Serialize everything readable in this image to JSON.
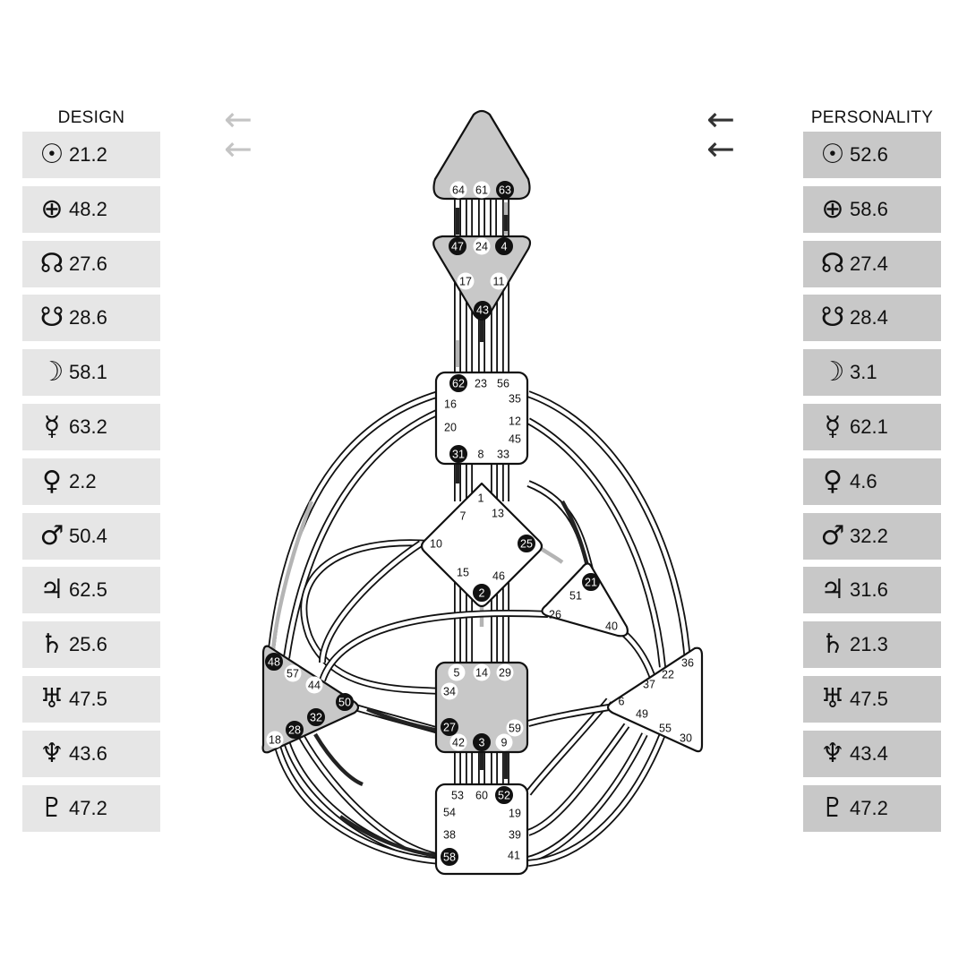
{
  "design": {
    "title": "DESIGN",
    "planets": [
      {
        "planet": "Sun",
        "symbol": "☉",
        "value": "21.2",
        "icon": "sun-icon"
      },
      {
        "planet": "Earth",
        "symbol": "⊕",
        "value": "48.2",
        "icon": "earth-icon"
      },
      {
        "planet": "North Node",
        "symbol": "☊",
        "value": "27.6",
        "icon": "north-node-icon"
      },
      {
        "planet": "South Node",
        "symbol": "☋",
        "value": "28.6",
        "icon": "south-node-icon"
      },
      {
        "planet": "Moon",
        "symbol": "☽",
        "value": "58.1",
        "icon": "moon-icon"
      },
      {
        "planet": "Mercury",
        "symbol": "☿",
        "value": "63.2",
        "icon": "mercury-icon"
      },
      {
        "planet": "Venus",
        "symbol": "♀",
        "value": "2.2",
        "icon": "venus-icon"
      },
      {
        "planet": "Mars",
        "symbol": "♂",
        "value": "50.4",
        "icon": "mars-icon"
      },
      {
        "planet": "Jupiter",
        "symbol": "♃",
        "value": "62.5",
        "icon": "jupiter-icon"
      },
      {
        "planet": "Saturn",
        "symbol": "♄",
        "value": "25.6",
        "icon": "saturn-icon"
      },
      {
        "planet": "Uranus",
        "symbol": "♅",
        "value": "47.5",
        "icon": "uranus-icon"
      },
      {
        "planet": "Neptune",
        "symbol": "♆",
        "value": "43.6",
        "icon": "neptune-icon"
      },
      {
        "planet": "Pluto",
        "symbol": "♇",
        "value": "47.2",
        "icon": "pluto-icon"
      }
    ]
  },
  "personality": {
    "title": "PERSONALITY",
    "planets": [
      {
        "planet": "Sun",
        "symbol": "☉",
        "value": "52.6",
        "icon": "sun-icon"
      },
      {
        "planet": "Earth",
        "symbol": "⊕",
        "value": "58.6",
        "icon": "earth-icon"
      },
      {
        "planet": "North Node",
        "symbol": "☊",
        "value": "27.4",
        "icon": "north-node-icon"
      },
      {
        "planet": "South Node",
        "symbol": "☋",
        "value": "28.4",
        "icon": "south-node-icon"
      },
      {
        "planet": "Moon",
        "symbol": "☽",
        "value": "3.1",
        "icon": "moon-icon"
      },
      {
        "planet": "Mercury",
        "symbol": "☿",
        "value": "62.1",
        "icon": "mercury-icon"
      },
      {
        "planet": "Venus",
        "symbol": "♀",
        "value": "4.6",
        "icon": "venus-icon"
      },
      {
        "planet": "Mars",
        "symbol": "♂",
        "value": "32.2",
        "icon": "mars-icon"
      },
      {
        "planet": "Jupiter",
        "symbol": "♃",
        "value": "31.6",
        "icon": "jupiter-icon"
      },
      {
        "planet": "Saturn",
        "symbol": "♄",
        "value": "21.3",
        "icon": "saturn-icon"
      },
      {
        "planet": "Uranus",
        "symbol": "♅",
        "value": "47.5",
        "icon": "uranus-icon"
      },
      {
        "planet": "Neptune",
        "symbol": "♆",
        "value": "43.4",
        "icon": "neptune-icon"
      },
      {
        "planet": "Pluto",
        "symbol": "♇",
        "value": "47.2",
        "icon": "pluto-icon"
      }
    ]
  },
  "arrows": {
    "design": [
      "←",
      "←"
    ],
    "personality": [
      "←",
      "←"
    ],
    "design_color": "#c4c4c4",
    "personality_color": "#333333"
  },
  "colors": {
    "defined_center": "#c8c8c8",
    "open_center": "#ffffff",
    "design_activation": "#b4b4b4",
    "personality_activation": "#222222",
    "design_panel": "#e6e6e6",
    "personality_panel": "#c8c8c8"
  },
  "bodygraph": {
    "centers": [
      {
        "name": "head",
        "defined": true,
        "gates": [
          "64",
          "61",
          "63"
        ],
        "highlighted": [
          "63"
        ]
      },
      {
        "name": "ajna",
        "defined": true,
        "gates": [
          "47",
          "24",
          "4",
          "17",
          "11",
          "43"
        ],
        "highlighted": [
          "47",
          "4",
          "43"
        ]
      },
      {
        "name": "throat",
        "defined": false,
        "gates": [
          "62",
          "23",
          "56",
          "16",
          "35",
          "20",
          "12",
          "45",
          "31",
          "8",
          "33"
        ],
        "highlighted": [
          "62",
          "31"
        ]
      },
      {
        "name": "g-center",
        "defined": false,
        "gates": [
          "1",
          "7",
          "13",
          "10",
          "25",
          "15",
          "46",
          "2"
        ],
        "highlighted": [
          "25",
          "2"
        ]
      },
      {
        "name": "heart",
        "defined": false,
        "gates": [
          "21",
          "51",
          "26",
          "40"
        ],
        "highlighted": [
          "21"
        ]
      },
      {
        "name": "spleen",
        "defined": true,
        "gates": [
          "48",
          "57",
          "44",
          "50",
          "32",
          "28",
          "18"
        ],
        "highlighted": [
          "48",
          "50",
          "32",
          "28"
        ]
      },
      {
        "name": "sacral",
        "defined": true,
        "gates": [
          "5",
          "14",
          "29",
          "34",
          "27",
          "59",
          "42",
          "3",
          "9"
        ],
        "highlighted": [
          "27",
          "3"
        ]
      },
      {
        "name": "solar-plexus",
        "defined": false,
        "gates": [
          "36",
          "22",
          "37",
          "6",
          "49",
          "55",
          "30"
        ],
        "highlighted": []
      },
      {
        "name": "root",
        "defined": false,
        "gates": [
          "53",
          "60",
          "52",
          "54",
          "19",
          "38",
          "39",
          "58",
          "41"
        ],
        "highlighted": [
          "52",
          "58"
        ]
      }
    ]
  }
}
